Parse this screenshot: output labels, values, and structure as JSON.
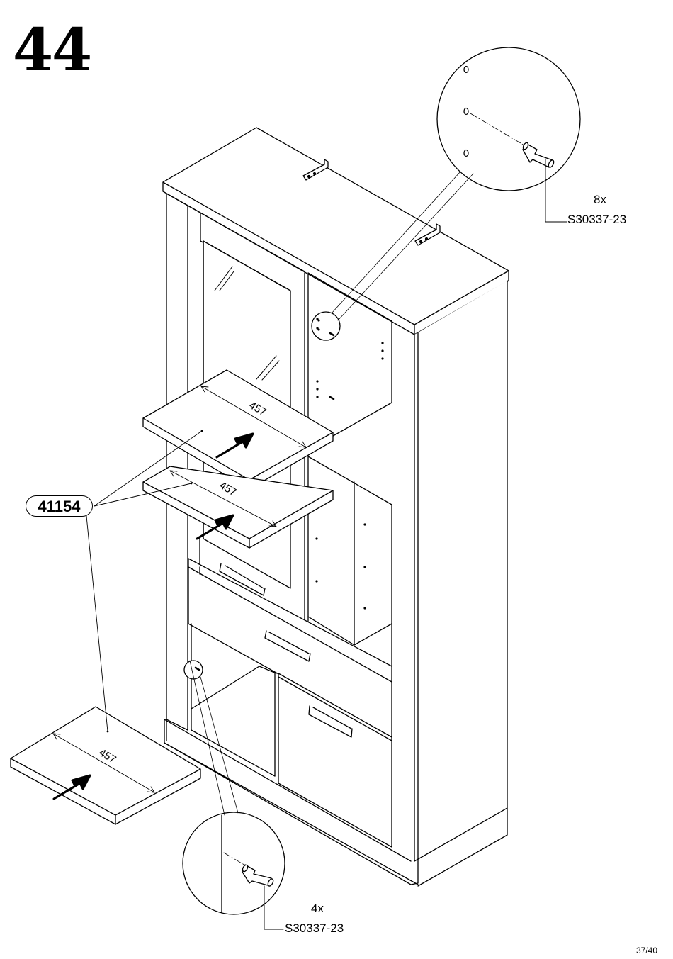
{
  "step": {
    "number": "44"
  },
  "hardware": [
    {
      "quantity": "8x",
      "code": "S30337-23"
    },
    {
      "quantity": "4x",
      "code": "S30337-23"
    }
  ],
  "part": {
    "label": "41154"
  },
  "shelf": {
    "dimension": "457"
  },
  "page": {
    "number": "37/40"
  },
  "colors": {
    "line": "#000000",
    "background": "#ffffff"
  }
}
